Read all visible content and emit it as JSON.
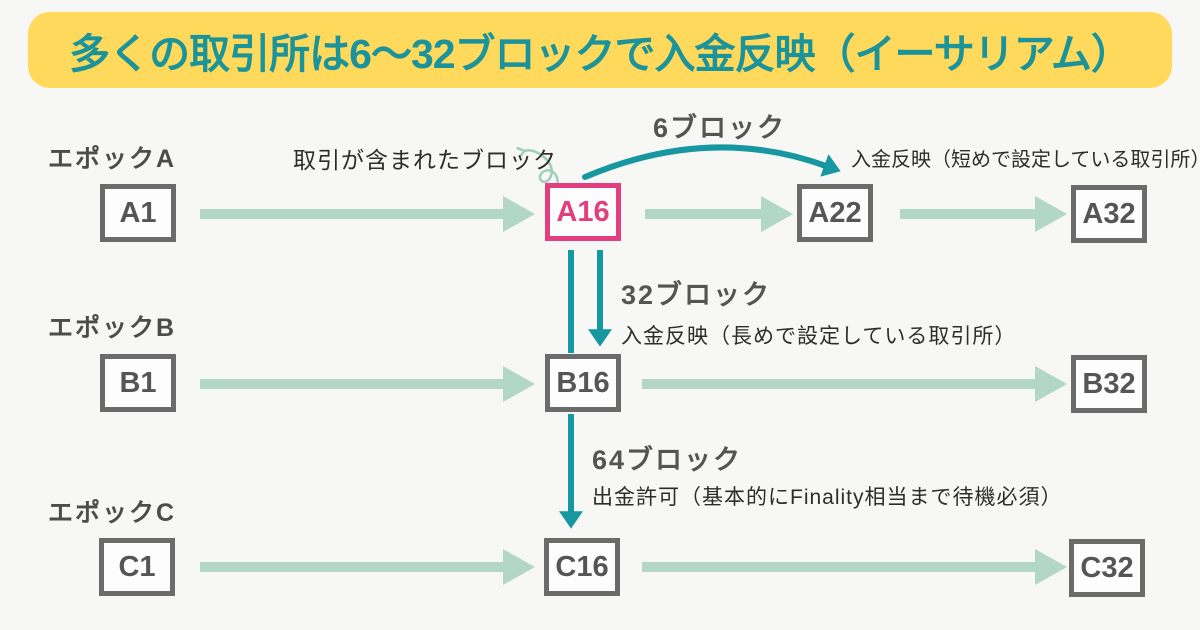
{
  "header": {
    "title": "多くの取引所は6〜32ブロックで入金反映（イーサリアム）"
  },
  "colors": {
    "background": "#f7f7f6",
    "banner_yellow": "#FFD95C",
    "teal": "#1A949A",
    "teal_arrow": "#1797A0",
    "sage_arrow": "#B2D7C6",
    "squiggle_arrow": "#9FCFBC",
    "highlight_pink": "#E23E80",
    "box_border_gray": "#6B6B6B",
    "text_dark": "#2D2D2D"
  },
  "epochs": [
    {
      "label": "エポックA",
      "blocks": [
        {
          "id": "A1"
        },
        {
          "id": "A16"
        },
        {
          "id": "A22"
        },
        {
          "id": "A32"
        }
      ]
    },
    {
      "label": "エポックB",
      "blocks": [
        {
          "id": "B1"
        },
        {
          "id": "B16"
        },
        {
          "id": "B32"
        }
      ]
    },
    {
      "label": "エポックC",
      "blocks": [
        {
          "id": "C1"
        },
        {
          "id": "C16"
        },
        {
          "id": "C32"
        }
      ]
    }
  ],
  "annotations": {
    "included_block": "取引が含まれたブロック",
    "six_blocks": "6ブロック",
    "deposit_short": "入金反映（短めで設定している取引所）",
    "thirty_two_blocks": "32ブロック",
    "deposit_long": "入金反映（長めで設定している取引所）",
    "sixty_four_blocks": "64ブロック",
    "withdraw_note": "出金許可（基本的にFinality相当まで待機必須）"
  }
}
